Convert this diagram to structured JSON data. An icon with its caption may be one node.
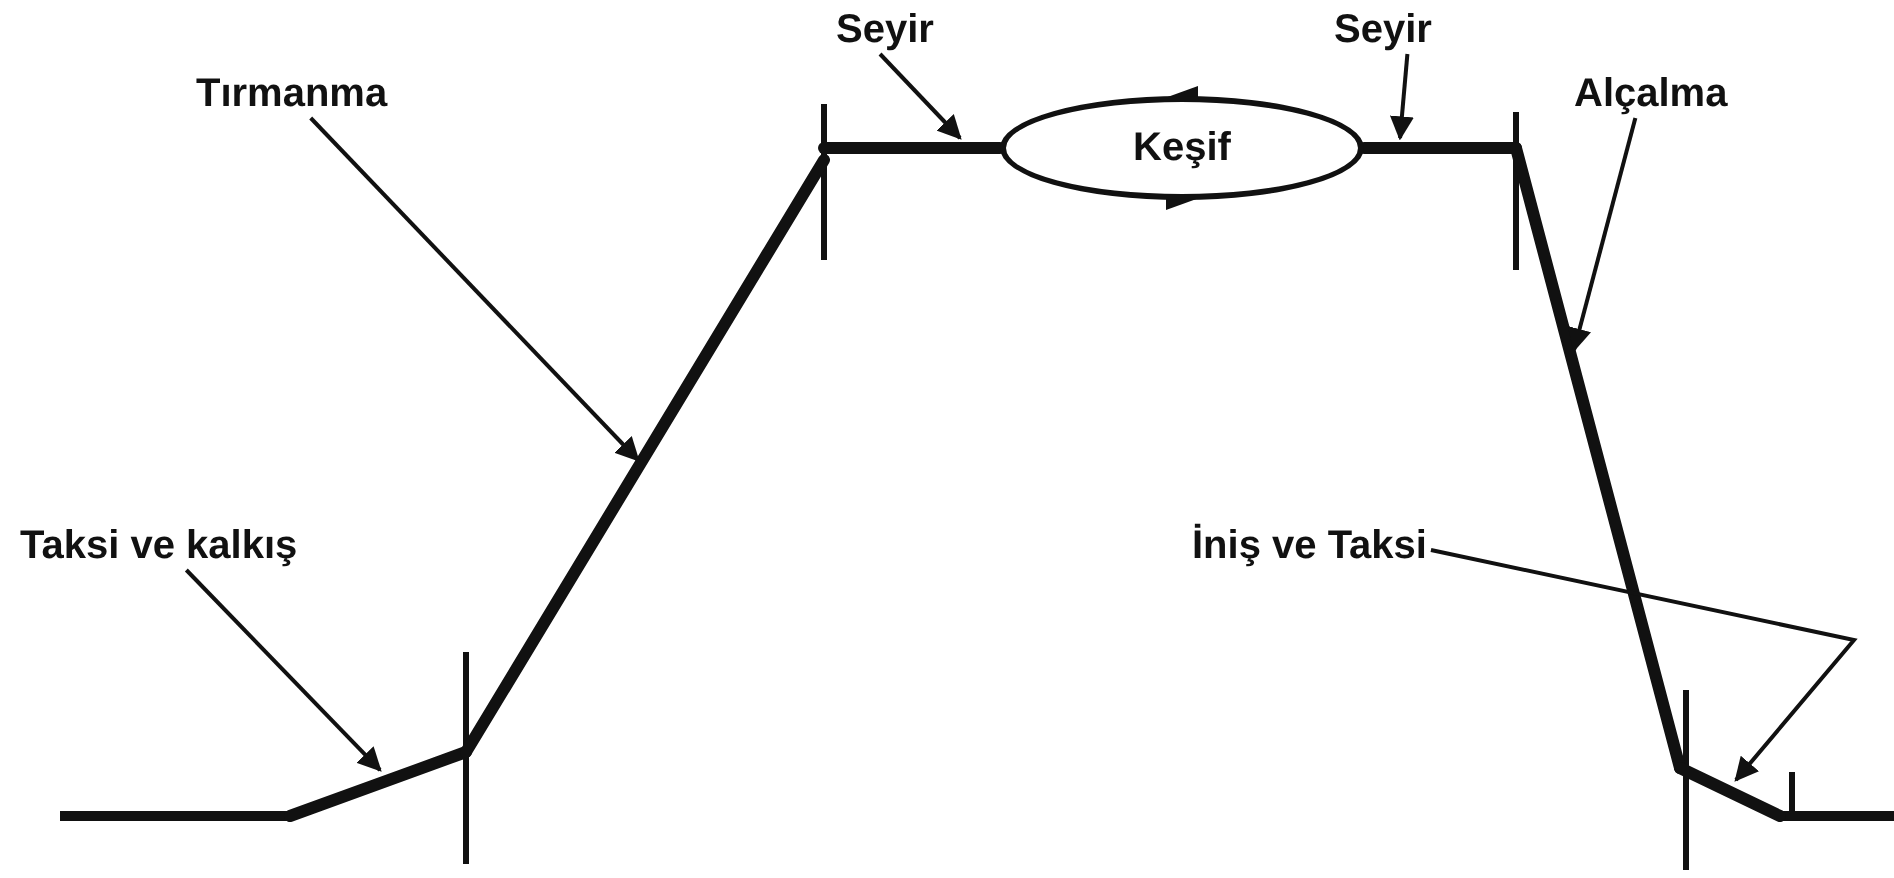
{
  "diagram": {
    "nodes": [
      {
        "text": [
          "Seyir"
        ]
      },
      {
        "text": [
          "Keşif"
        ]
      },
      {
        "text": [
          "Seyir"
        ]
      },
      {
        "text": [
          "Tırmanma"
        ]
      },
      {
        "text": [
          "Alçalma"
        ]
      },
      {
        "text": [
          "Taksi ve kalkış"
        ]
      },
      {
        "text": [
          "İniş ve Taksi"
        ]
      },
      {
        "text": [],
        "shape": "line"
      },
      {
        "text": [],
        "shape": "line"
      },
      {
        "text": [],
        "shape": "line"
      },
      {
        "text": [],
        "shape": "line"
      },
      {
        "text": [],
        "shape": "line"
      },
      {
        "text": [],
        "shape": "line"
      }
    ],
    "edges": [
      {
        "from": 0,
        "to": 9,
        "arrow": "to"
      },
      {
        "from": 2,
        "to": 10,
        "arrow": "to"
      },
      {
        "from": 3,
        "to": 8,
        "arrow": "to"
      },
      {
        "from": 4,
        "to": 11,
        "arrow": "to"
      },
      {
        "from": 5,
        "to": 7,
        "arrow": "to"
      },
      {
        "from": 6,
        "to": 12,
        "arrow": "to"
      }
    ]
  }
}
